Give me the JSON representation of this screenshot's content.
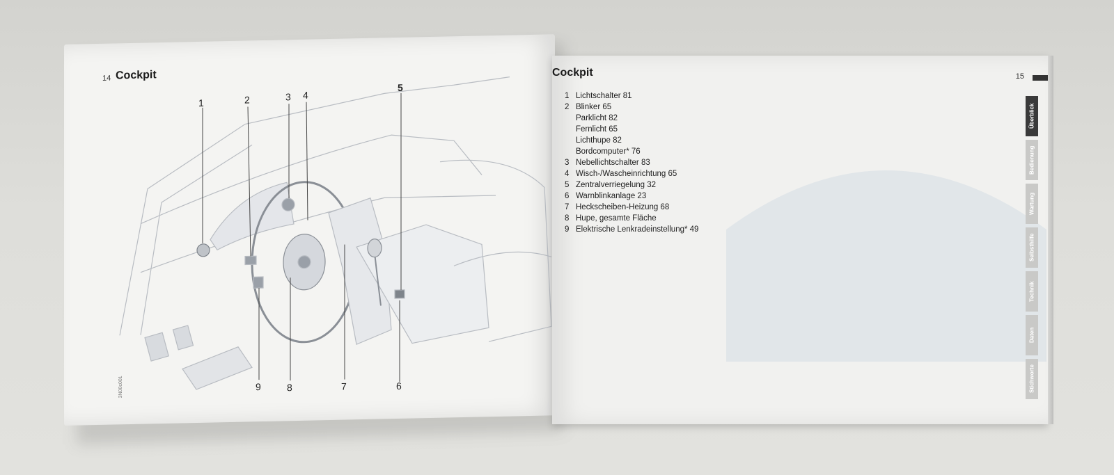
{
  "left_page": {
    "page_number": "14",
    "title": "Cockpit",
    "callouts": [
      "1",
      "2",
      "3",
      "4",
      "5",
      "6",
      "7",
      "8",
      "9"
    ],
    "figure_code": "3N00c001"
  },
  "right_page": {
    "title": "Cockpit",
    "page_number": "15",
    "items": [
      {
        "num": "1",
        "text": "Lichtschalter 81"
      },
      {
        "num": "2",
        "text": "Blinker 65"
      },
      {
        "num": "",
        "text": "Parklicht 82"
      },
      {
        "num": "",
        "text": "Fernlicht 65"
      },
      {
        "num": "",
        "text": "Lichthupe 82"
      },
      {
        "num": "",
        "text": "Bordcomputer* 76"
      },
      {
        "num": "3",
        "text": "Nebellichtschalter 83"
      },
      {
        "num": "4",
        "text": "Wisch-/Wascheinrichtung 65"
      },
      {
        "num": "5",
        "text": "Zentralverriegelung 32"
      },
      {
        "num": "6",
        "text": "Warnblinkanlage 23"
      },
      {
        "num": "7",
        "text": "Heckscheiben-Heizung 68"
      },
      {
        "num": "8",
        "text": "Hupe, gesamte Fläche"
      },
      {
        "num": "9",
        "text": "Elektrische Lenkradeinstellung* 49"
      }
    ],
    "tabs": [
      "Überblick",
      "Bedienung",
      "Wartung",
      "Selbsthilfe",
      "Technik",
      "Daten",
      "Stichworte"
    ]
  }
}
